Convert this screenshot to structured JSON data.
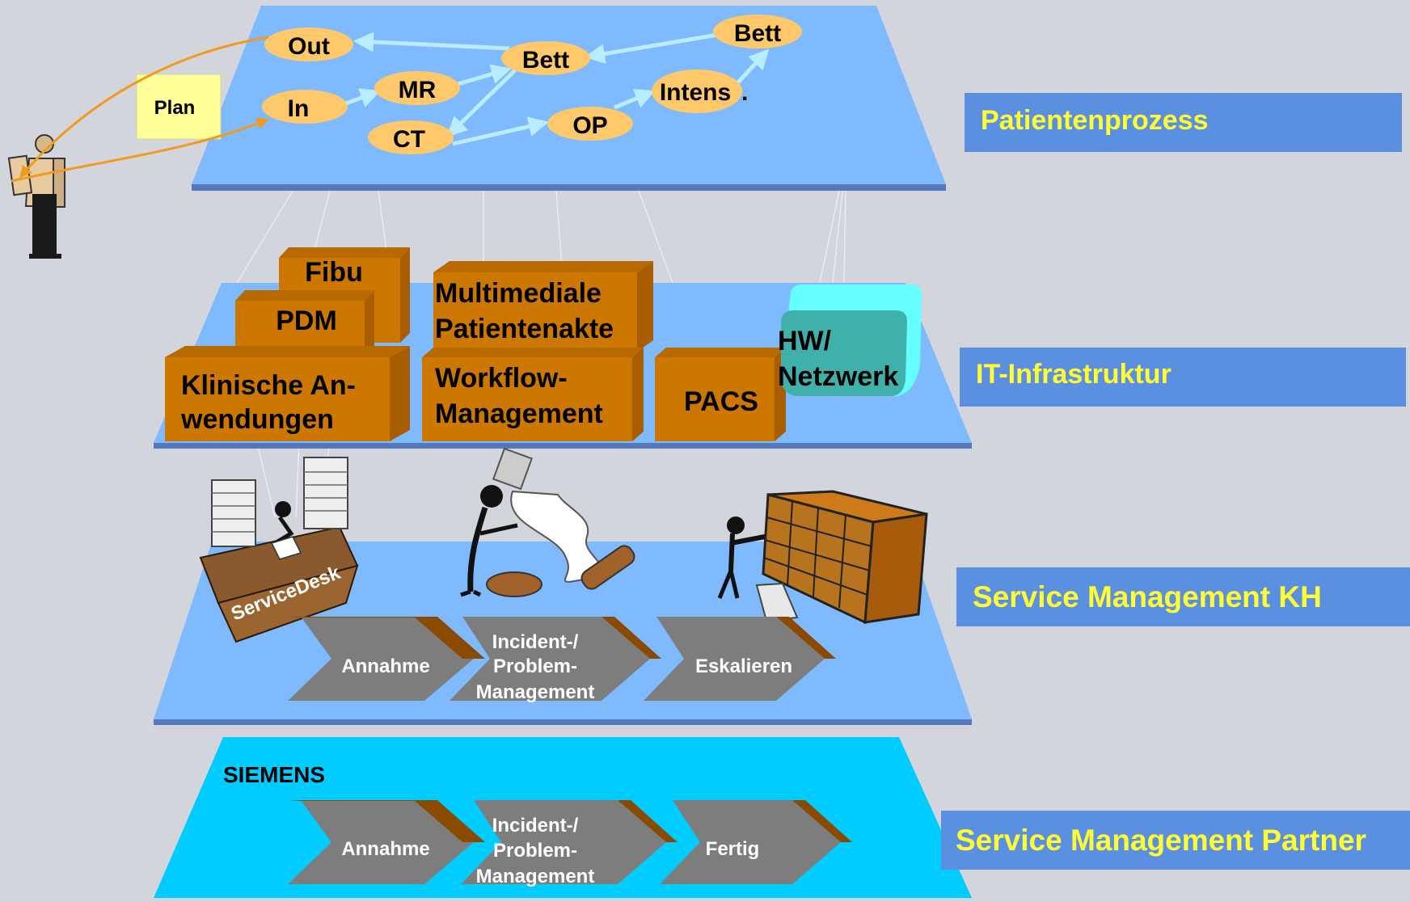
{
  "layers": {
    "patient": {
      "label": "Patientenprozess",
      "nodes": {
        "out": "Out",
        "bett1": "Bett",
        "bett2": "Bett",
        "mr": "MR",
        "in": "In",
        "ct": "CT",
        "op": "OP",
        "intens": "Intens",
        "intens_dot": "."
      },
      "plan": "Plan"
    },
    "it": {
      "label": "IT-Infrastruktur",
      "blocks": {
        "fibu": "Fibu",
        "pdm": "PDM",
        "klin1": "Klinische An-",
        "klin2": "wendungen",
        "mpa1": "Multimediale",
        "mpa2": "Patientenakte",
        "wf1": "Workflow-",
        "wf2": "Management",
        "pacs": "PACS",
        "hw1": "HW/",
        "hw2": "Netzwerk"
      }
    },
    "smkh": {
      "label": "Service Management KH",
      "desk": "ServiceDesk",
      "steps": {
        "annahme": "Annahme",
        "inc1": "Incident-/",
        "inc2": "Problem-",
        "inc3": "Management",
        "eskalieren": "Eskalieren"
      }
    },
    "partner": {
      "label": "Service Management Partner",
      "company": "SIEMENS",
      "steps": {
        "annahme": "Annahme",
        "inc1": "Incident-/",
        "inc2": "Problem-",
        "inc3": "Management",
        "fertig": "Fertig"
      }
    }
  },
  "colors": {
    "background": "#d3d5dc",
    "plane": "#7fbaff",
    "plane_partner": "#00ccff",
    "label_box": "#5b8fe0",
    "label_text": "#ffff33",
    "node_fill": "#ffc86b",
    "arrow": "#b9ecff",
    "plan_arrow": "#f09a1e",
    "block_front": "#cc7700",
    "block_top": "#b86a00",
    "block_side": "#a85e00",
    "hw": "#3fb0aa",
    "hw_top": "#66ffff",
    "chevron": "#7d7d7d",
    "chevron_edge": "#8a4a00"
  }
}
